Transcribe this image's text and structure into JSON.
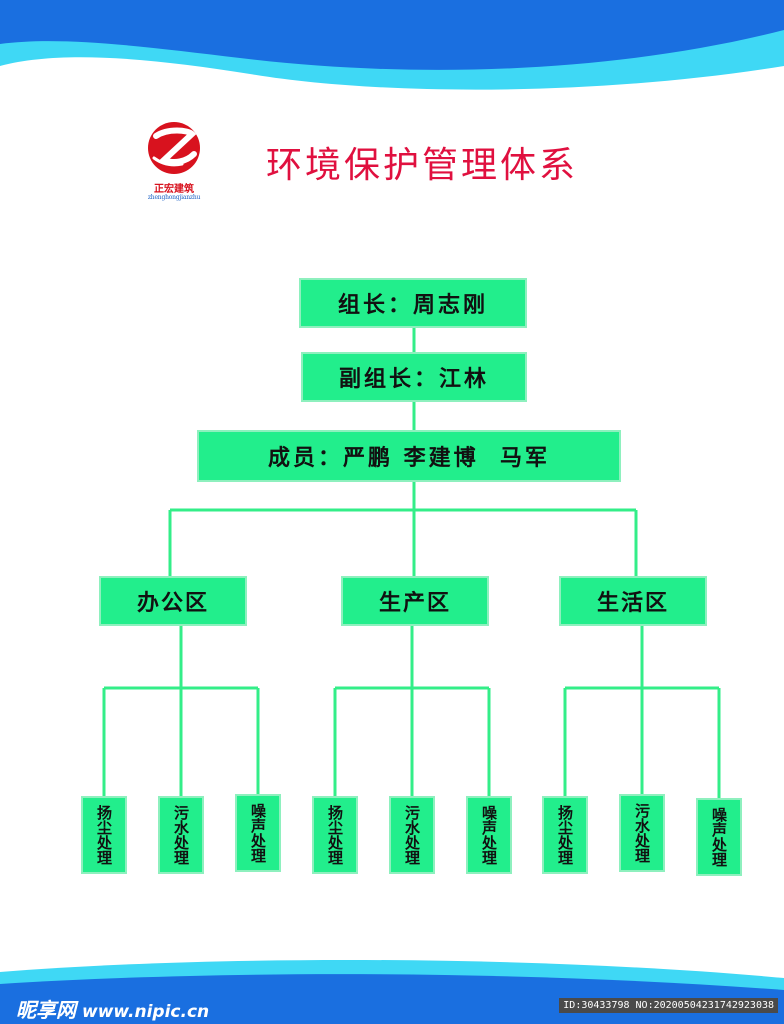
{
  "colors": {
    "wave_primary": "#1a6fe0",
    "wave_light": "#3fd8f5",
    "box_fill": "#22ee8c",
    "connector": "#33ee88",
    "title": "#e0103f",
    "logo_red": "#d8121e"
  },
  "logo": {
    "icon": "z-swoosh-logo-icon",
    "name_cn": "正宏建筑",
    "name_en": "zhenghongjianzhu"
  },
  "title": "环境保护管理体系",
  "hierarchy": {
    "leader": "组长：周志刚",
    "deputy": "副组长：江林",
    "members": "成员：严鹏 李建博  马军",
    "zones": [
      {
        "label": "办公区",
        "tasks": [
          "扬尘处理",
          "污水处理",
          "噪声处理"
        ]
      },
      {
        "label": "生产区",
        "tasks": [
          "扬尘处理",
          "污水处理",
          "噪声处理"
        ]
      },
      {
        "label": "生活区",
        "tasks": [
          "扬尘处理",
          "污水处理",
          "噪声处理"
        ]
      }
    ]
  },
  "footer": {
    "site_name": "昵享网",
    "site_url": "www.nipic.cn",
    "image_id": "ID:30433798 NO:20200504231742923038"
  }
}
